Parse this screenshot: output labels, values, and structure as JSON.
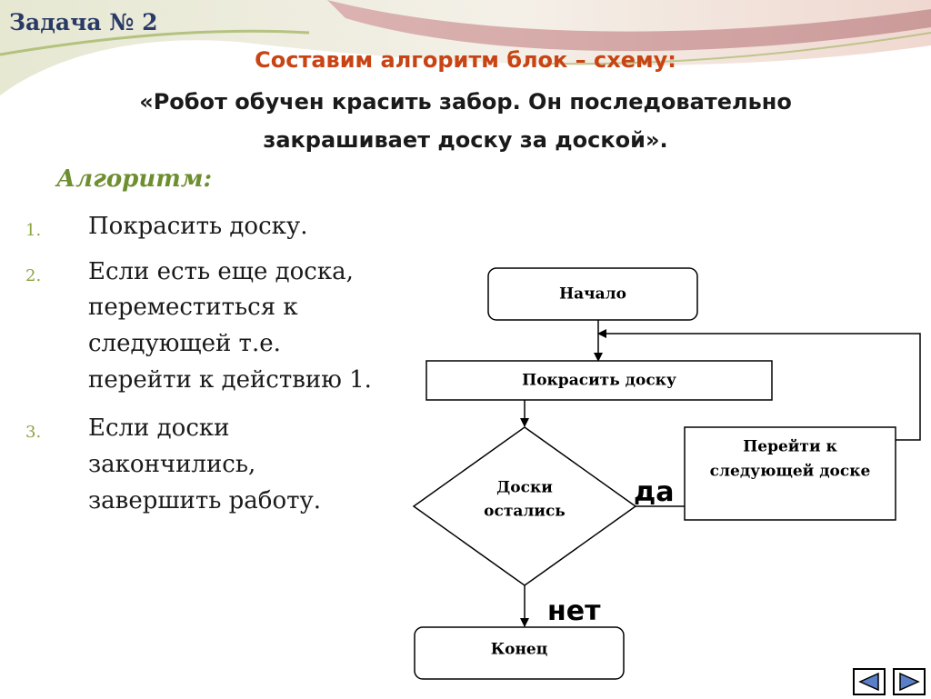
{
  "header": {
    "task_title": "Задача № 2",
    "heading": "Составим алгоритм блок – схему:",
    "quote_line1": "«Робот обучен красить забор. Он последовательно",
    "quote_line2": "закрашивает доску за доской»."
  },
  "algorithm": {
    "title": "Алгоритм:",
    "steps": [
      {
        "num": "1.",
        "lines": [
          "Покрасить доску."
        ]
      },
      {
        "num": "2.",
        "lines": [
          "Если есть еще доска,",
          "переместиться к",
          "следующей т.е.",
          "перейти к действию 1."
        ]
      },
      {
        "num": "3.",
        "lines": [
          "Если доски",
          "закончились,",
          "завершить работу."
        ]
      }
    ]
  },
  "flowchart": {
    "start": "Начало",
    "paint": "Покрасить доску",
    "decision_line1": "Доски",
    "decision_line2": "остались",
    "next_line1": "Перейти к",
    "next_line2": "следующей  доске",
    "yes": "да",
    "no": "нет",
    "end": "Конец"
  },
  "colors": {
    "title": "#2a3a66",
    "heading": "#c84414",
    "algorithm_title": "#6e8e30",
    "numbering": "#8aa440",
    "nav_arrow": "#5a7fc8"
  },
  "navigation": {
    "back_icon": "triangle-left-icon",
    "forward_icon": "triangle-right-icon"
  }
}
